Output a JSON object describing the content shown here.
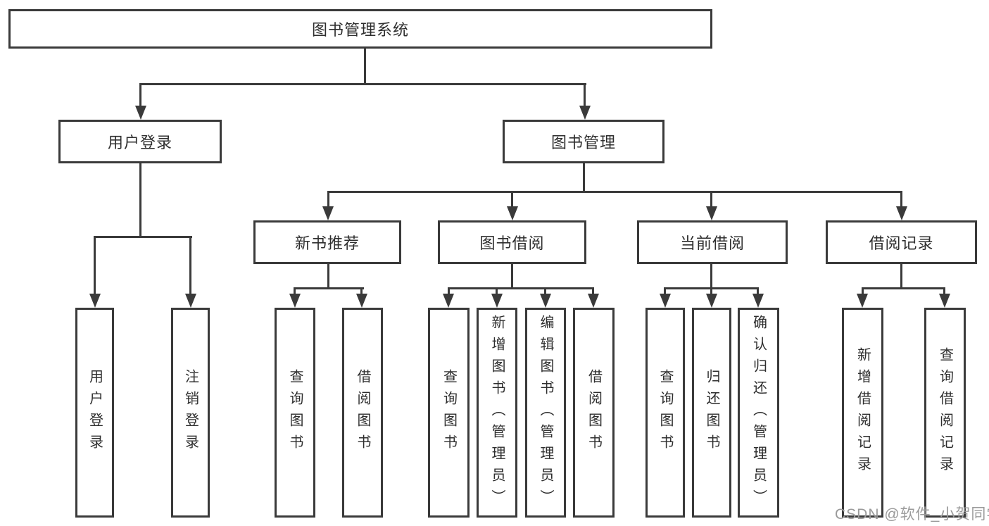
{
  "tree": {
    "root": "图书管理系统",
    "branches": [
      {
        "label": "用户登录",
        "leaves": [
          "用户登录",
          "注销登录"
        ]
      },
      {
        "label": "图书管理",
        "groups": [
          {
            "label": "新书推荐",
            "leaves": [
              "查询图书",
              "借阅图书"
            ]
          },
          {
            "label": "图书借阅",
            "leaves": [
              "查询图书",
              "新增图书（管理员）",
              "编辑图书（管理员）",
              "借阅图书"
            ]
          },
          {
            "label": "当前借阅",
            "leaves": [
              "查询图书",
              "归还图书",
              "确认归还（管理员）"
            ]
          },
          {
            "label": "借阅记录",
            "leaves": [
              "新增借阅记录",
              "查询借阅记录"
            ]
          }
        ]
      }
    ]
  },
  "watermark": "CSDN @软件_小贺同学",
  "colors": {
    "line": "#3a3a3a",
    "text": "#2e2e2e",
    "watermark": "#9a9a9a",
    "background": "#ffffff"
  }
}
